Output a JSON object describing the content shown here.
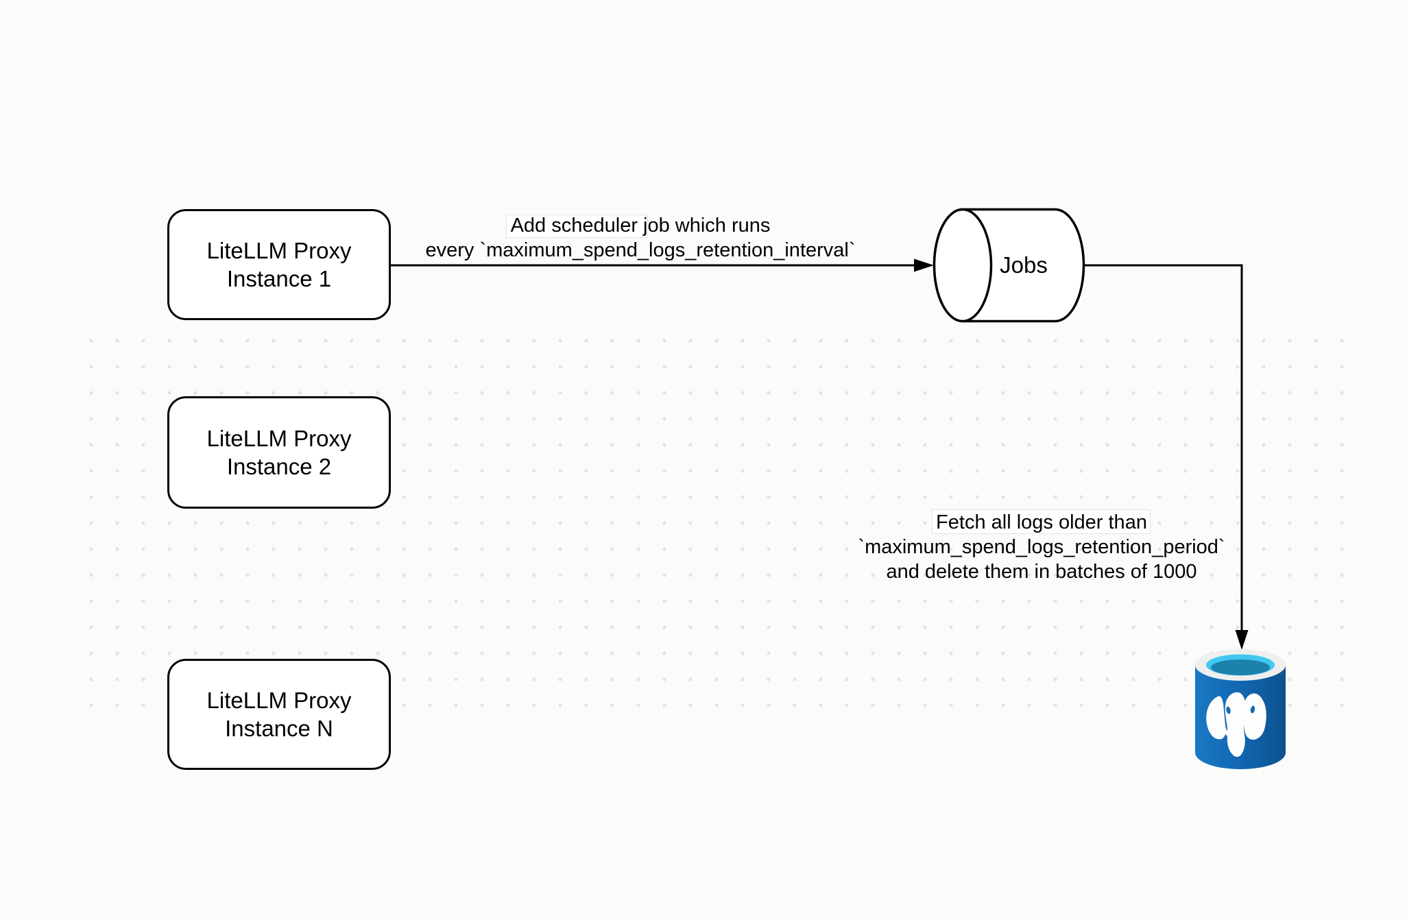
{
  "nodes": {
    "instance1": {
      "line1": "LiteLLM Proxy",
      "line2": "Instance 1"
    },
    "instance2": {
      "line1": "LiteLLM Proxy",
      "line2": "Instance 2"
    },
    "instanceN": {
      "line1": "LiteLLM Proxy",
      "line2": "Instance N"
    },
    "jobs": {
      "label": "Jobs"
    },
    "postgres": {
      "icon": "postgresql-database-icon"
    }
  },
  "edges": {
    "scheduler": {
      "line1": "Add scheduler job which runs",
      "line2": "every `maximum_spend_logs_retention_interval`"
    },
    "cleanup": {
      "line1": "Fetch all logs older than",
      "line2": "`maximum_spend_logs_retention_period`",
      "line3": "and delete them in batches of 1000"
    }
  },
  "colors": {
    "stroke": "#000000",
    "node_fill": "#ffffff",
    "page_background": "#fbfbfa",
    "dot_color": "#e3e3e1",
    "postgres_blue": "#1268b4",
    "postgres_blue_dark": "#0e568f",
    "postgres_cyan": "#41c8f0",
    "postgres_liquid": "#1d81ad",
    "postgres_rim": "#efefed"
  }
}
